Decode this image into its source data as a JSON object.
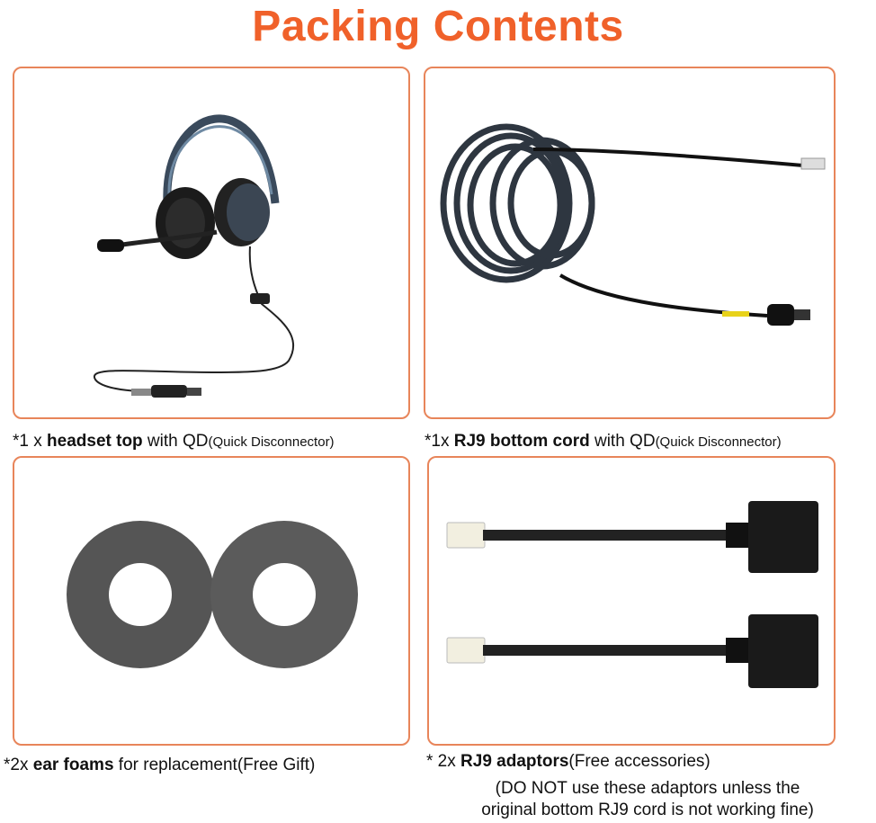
{
  "title": "Packing Contents",
  "items": [
    {
      "prefix": "*1 x ",
      "bold": "headset top",
      "mid": " with QD",
      "small": "(Quick Disconnector)"
    },
    {
      "prefix": "*1x ",
      "bold": "RJ9 bottom cord",
      "mid": " with QD",
      "small": "(Quick Disconnector)"
    },
    {
      "prefix": "*2x ",
      "bold": "ear foams",
      "mid": " for replacement(Free Gift)",
      "small": ""
    },
    {
      "prefix": "* 2x ",
      "bold": "RJ9 adaptors",
      "mid": "(Free accessories)",
      "small": ""
    }
  ],
  "adaptor_note_line1": "(DO NOT use these adaptors unless the",
  "adaptor_note_line2": "original bottom RJ9 cord is not working fine)",
  "colors": {
    "title": "#f0612a",
    "panel_border": "#e8855a"
  },
  "icons": [
    "headset-image",
    "coiled-cord-image",
    "ear-foam-image",
    "rj9-adaptor-image"
  ]
}
